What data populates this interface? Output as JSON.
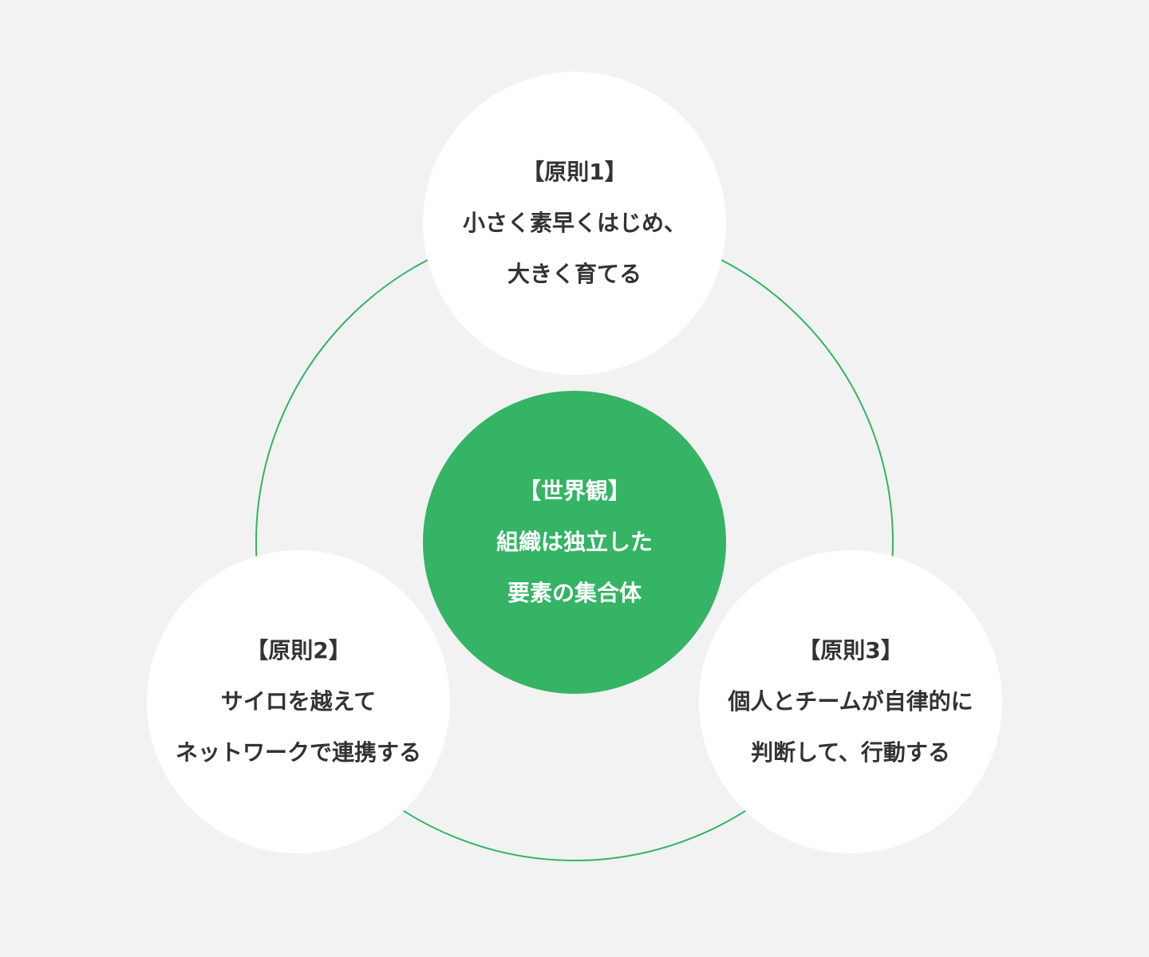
{
  "colors": {
    "background": "#f2f2f2",
    "ring": "#34b464",
    "center_fill": "#34b464",
    "node_fill": "#ffffff",
    "text_dark": "#333333",
    "text_light": "#ffffff"
  },
  "center": {
    "heading": "【世界観】",
    "line1": "組織は独立した",
    "line2": "要素の集合体"
  },
  "principles": [
    {
      "heading": "【原則1】",
      "line1": "小さく素早くはじめ、",
      "line2": "大きく育てる"
    },
    {
      "heading": "【原則2】",
      "line1": "サイロを越えて",
      "line2": "ネットワークで連携する"
    },
    {
      "heading": "【原則3】",
      "line1": "個人とチームが自律的に",
      "line2": "判断して、行動する"
    }
  ]
}
